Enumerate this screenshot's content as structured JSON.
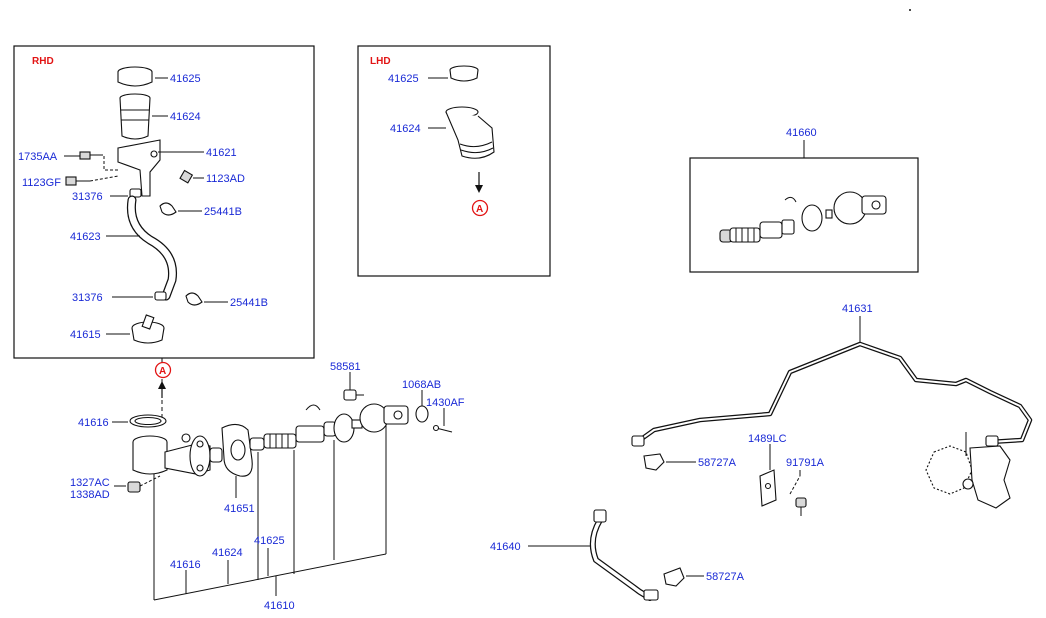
{
  "panels": {
    "rhd": "RHD",
    "lhd": "LHD"
  },
  "markers": {
    "a": "A"
  },
  "labels": {
    "rhd_41625": "41625",
    "rhd_41624": "41624",
    "rhd_41621": "41621",
    "rhd_1735aa": "1735AA",
    "rhd_1123gf": "1123GF",
    "rhd_1123ad": "1123AD",
    "rhd_31376_top": "31376",
    "rhd_25441b_top": "25441B",
    "rhd_41623": "41623",
    "rhd_31376_bot": "31376",
    "rhd_25441b_bot": "25441B",
    "rhd_41615": "41615",
    "lhd_41625": "41625",
    "lhd_41624": "41624",
    "l_41660": "41660",
    "l_41631": "41631",
    "l_58581": "58581",
    "l_1068ab": "1068AB",
    "l_1430af": "1430AF",
    "l_41616_side": "41616",
    "l_1327ac": "1327AC",
    "l_1338ad": "1338AD",
    "l_41651": "41651",
    "l_41625_bot": "41625",
    "l_41624_bot": "41624",
    "l_41616_bot": "41616",
    "l_41610": "41610",
    "l_1489lc": "1489LC",
    "l_58727a_top": "58727A",
    "l_91791a": "91791A",
    "l_41640": "41640",
    "l_58727a_bot": "58727A"
  }
}
